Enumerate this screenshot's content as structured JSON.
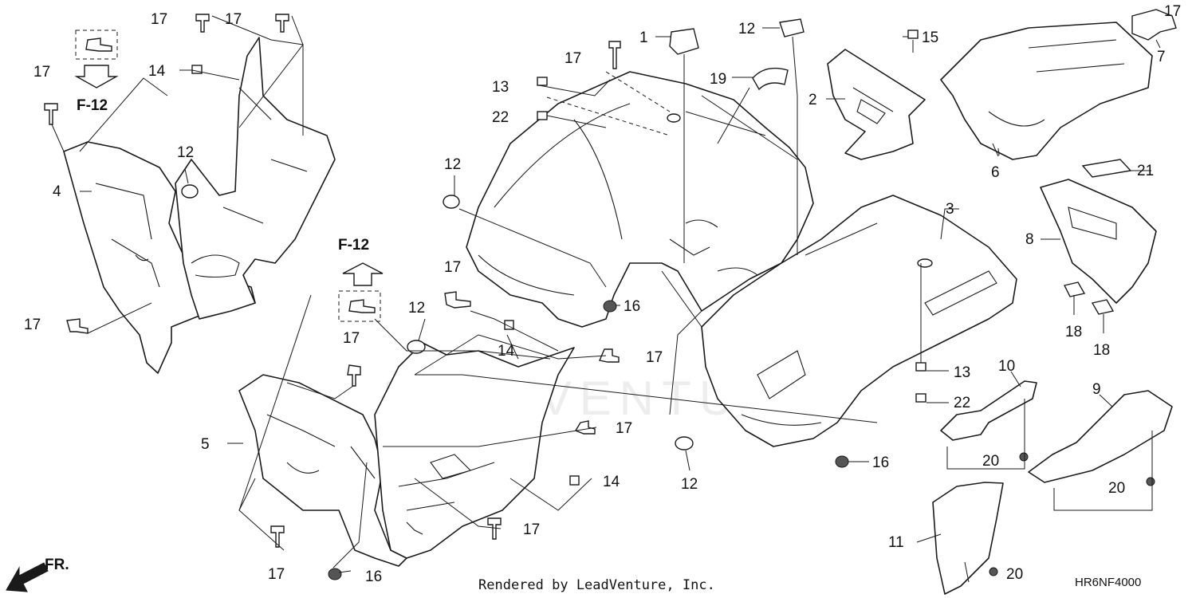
{
  "callouts": [
    {
      "id": "c1",
      "label": "1"
    },
    {
      "id": "c2",
      "label": "2"
    },
    {
      "id": "c3",
      "label": "3"
    },
    {
      "id": "c4",
      "label": "4"
    },
    {
      "id": "c5",
      "label": "5"
    },
    {
      "id": "c6",
      "label": "6"
    },
    {
      "id": "c7",
      "label": "7"
    },
    {
      "id": "c8",
      "label": "8"
    },
    {
      "id": "c9",
      "label": "9"
    },
    {
      "id": "c10",
      "label": "10"
    },
    {
      "id": "c11",
      "label": "11"
    },
    {
      "id": "c12a",
      "label": "12"
    },
    {
      "id": "c12b",
      "label": "12"
    },
    {
      "id": "c12c",
      "label": "12"
    },
    {
      "id": "c12d",
      "label": "12"
    },
    {
      "id": "c12e",
      "label": "12"
    },
    {
      "id": "c13a",
      "label": "13"
    },
    {
      "id": "c13b",
      "label": "13"
    },
    {
      "id": "c14a",
      "label": "14"
    },
    {
      "id": "c14b",
      "label": "14"
    },
    {
      "id": "c14c",
      "label": "14"
    },
    {
      "id": "c15",
      "label": "15"
    },
    {
      "id": "c16a",
      "label": "16"
    },
    {
      "id": "c16b",
      "label": "16"
    },
    {
      "id": "c16c",
      "label": "16"
    },
    {
      "id": "c17a",
      "label": "17"
    },
    {
      "id": "c17b",
      "label": "17"
    },
    {
      "id": "c17c",
      "label": "17"
    },
    {
      "id": "c17d",
      "label": "17"
    },
    {
      "id": "c17e",
      "label": "17"
    },
    {
      "id": "c17f",
      "label": "17"
    },
    {
      "id": "c17g",
      "label": "17"
    },
    {
      "id": "c17h",
      "label": "17"
    },
    {
      "id": "c17i",
      "label": "17"
    },
    {
      "id": "c17j",
      "label": "17"
    },
    {
      "id": "c17k",
      "label": "17"
    },
    {
      "id": "c17l",
      "label": "17"
    },
    {
      "id": "c18a",
      "label": "18"
    },
    {
      "id": "c18b",
      "label": "18"
    },
    {
      "id": "c19",
      "label": "19"
    },
    {
      "id": "c20a",
      "label": "20"
    },
    {
      "id": "c20b",
      "label": "20"
    },
    {
      "id": "c20c",
      "label": "20"
    },
    {
      "id": "c21",
      "label": "21"
    },
    {
      "id": "c22a",
      "label": "22"
    },
    {
      "id": "c22b",
      "label": "22"
    }
  ],
  "refs": {
    "left": "F-12",
    "center": "F-12"
  },
  "direction_label": "FR.",
  "credit": "Rendered by LeadVenture, Inc.",
  "diagram_code": "HR6NF4000",
  "watermark": "LEADVENTURE"
}
